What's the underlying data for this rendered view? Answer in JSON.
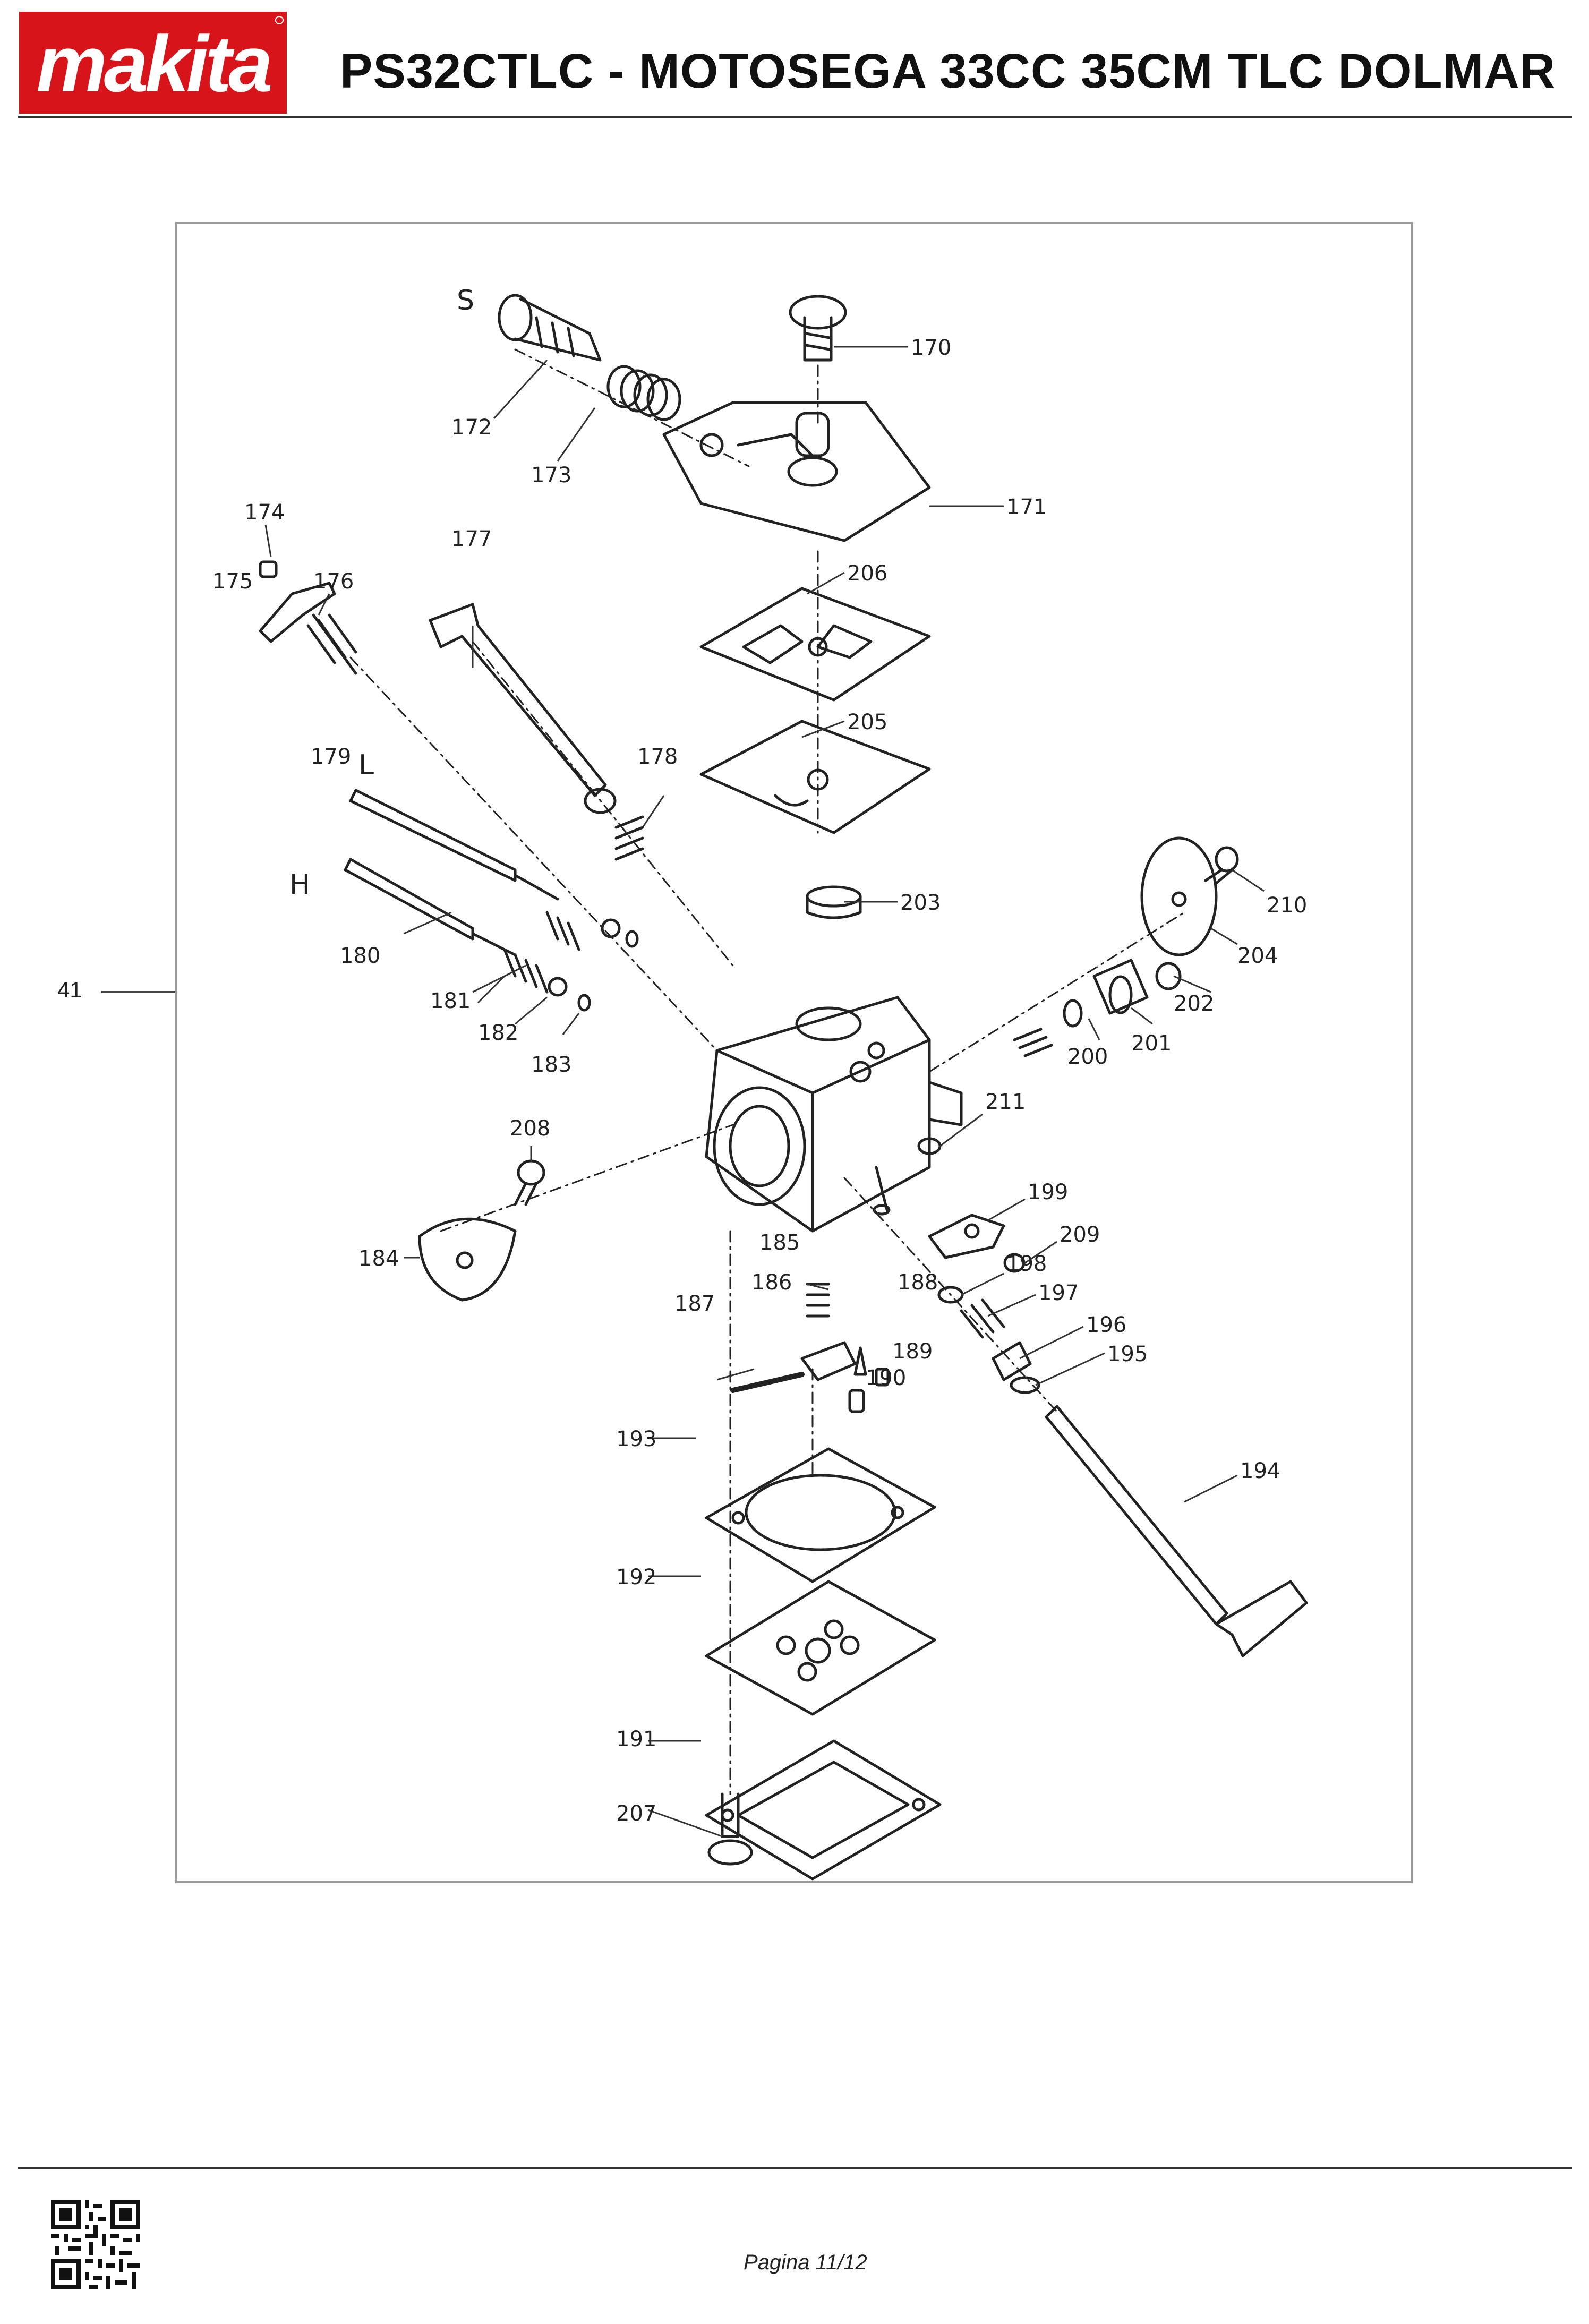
{
  "header": {
    "brand": "makita",
    "title": "PS32CTLC - MOTOSEGA 33CC 35CM TLC DOLMAR"
  },
  "diagram": {
    "callout_ref": "41",
    "letters": [
      "S",
      "L",
      "H"
    ],
    "part_numbers": [
      "170",
      "171",
      "172",
      "173",
      "174",
      "175",
      "176",
      "177",
      "178",
      "179",
      "180",
      "181",
      "182",
      "183",
      "184",
      "185",
      "186",
      "187",
      "188",
      "189",
      "190",
      "191",
      "192",
      "193",
      "194",
      "195",
      "196",
      "197",
      "198",
      "199",
      "200",
      "201",
      "202",
      "203",
      "204",
      "205",
      "206",
      "207",
      "208",
      "209",
      "210",
      "211"
    ]
  },
  "footer": {
    "page_label": "Pagina 11/12"
  },
  "colors": {
    "brand_red": "#d7141a",
    "line": "#222222",
    "frame": "#9a9a9a"
  }
}
